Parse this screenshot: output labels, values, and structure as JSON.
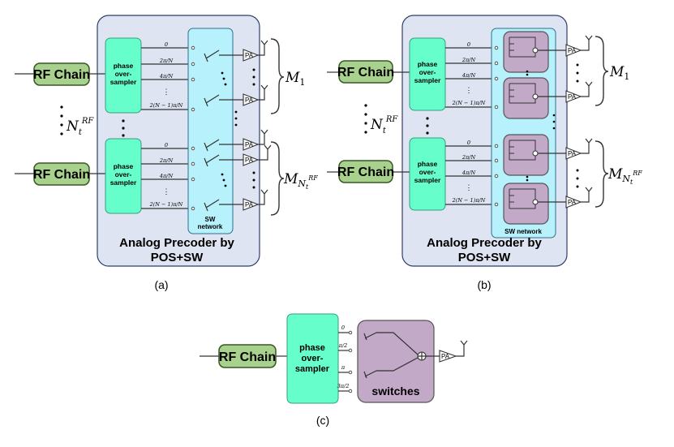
{
  "rf_chain_label": "RF Chain",
  "pos_label_lines": [
    "phase",
    "over-",
    "sampler"
  ],
  "phases_full": [
    "0",
    "2π/N",
    "4π/N",
    "2(N − 1)π/N"
  ],
  "phases_c": [
    "0",
    "π/2",
    "π",
    "3π/2"
  ],
  "vdots": "⋮",
  "pa_label": "PA",
  "sw_network_a": [
    "SW",
    "network"
  ],
  "sw_network_b": "SW network",
  "precoder_lines": [
    "Analog Precoder by",
    "POS+SW"
  ],
  "switches_label": "switches",
  "nt_rf": {
    "base": "N",
    "sub": "t",
    "sup": "RF"
  },
  "m1": {
    "base": "M",
    "sub": "1"
  },
  "mn": {
    "base": "M",
    "sub": "N",
    "subsub": "t",
    "subsup": "RF"
  },
  "captions": {
    "a": "(a)",
    "b": "(b)",
    "c": "(c)"
  }
}
